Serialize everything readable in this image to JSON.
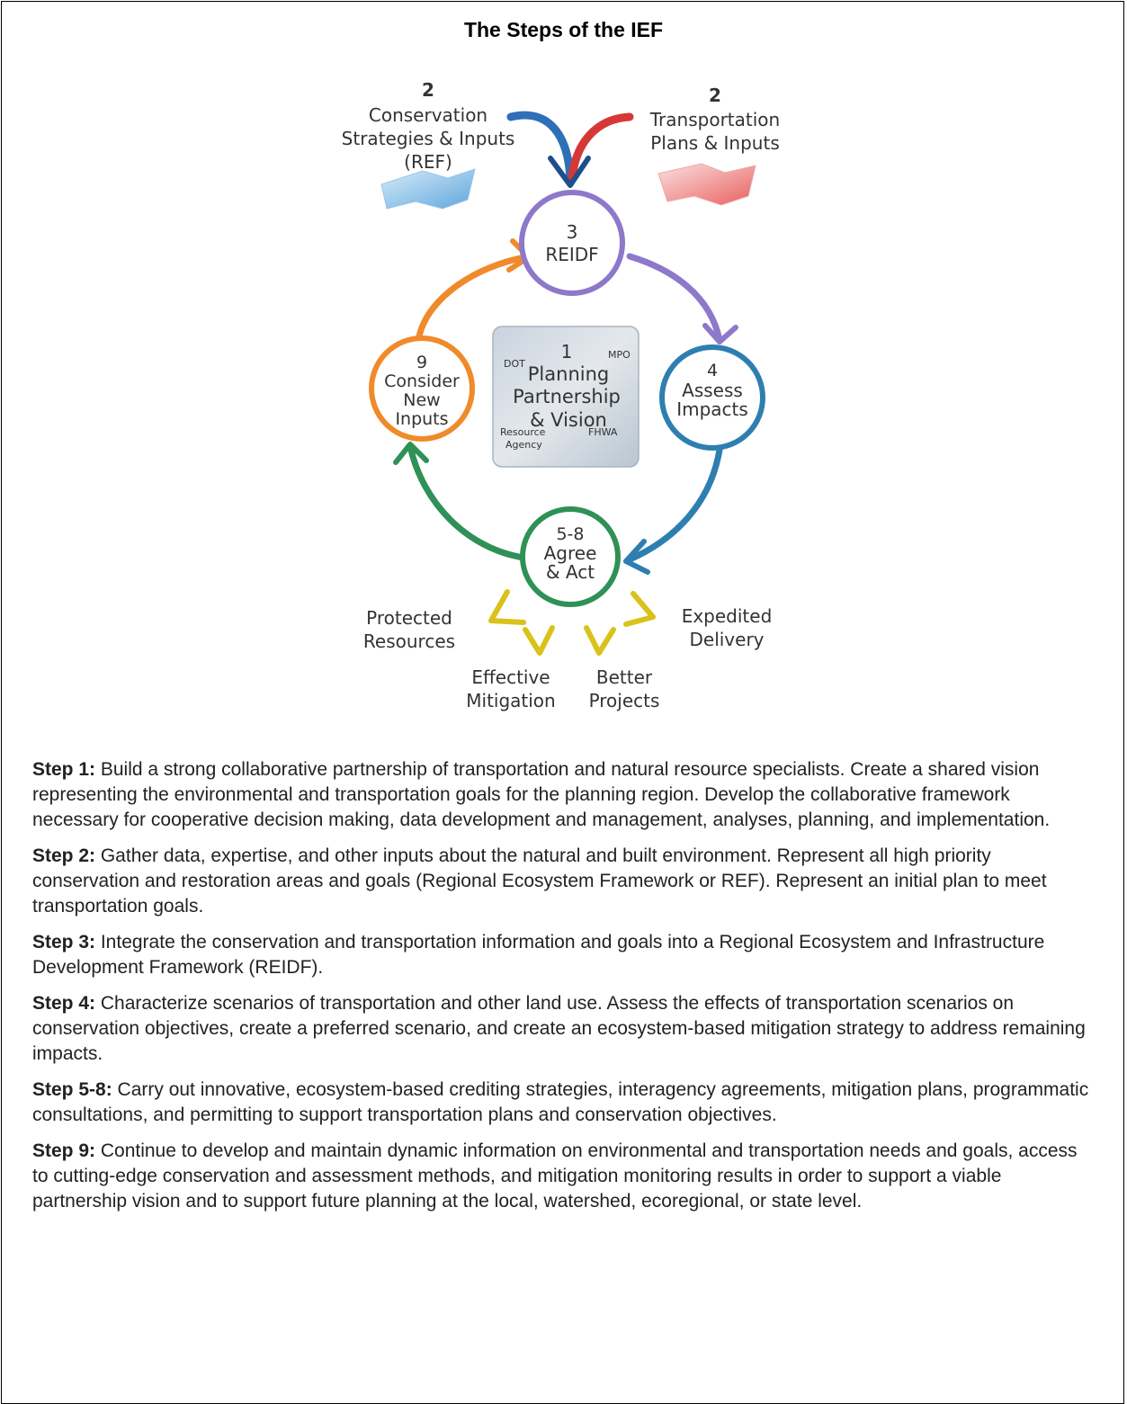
{
  "title": "The Steps of the IEF",
  "colors": {
    "conservation_blue": "#2f6fb7",
    "transportation_red": "#d63838",
    "reidf_purple": "#8e78c9",
    "assess_blue": "#2e7fb0",
    "agree_green": "#2f9157",
    "consider_orange": "#f08a2a",
    "outcome_yellow": "#d9c21a"
  },
  "diagram": {
    "conservation": {
      "number": "2",
      "lines": [
        "Conservation",
        "Strategies & Inputs",
        "(REF)"
      ]
    },
    "transportation": {
      "number": "2",
      "lines": [
        "Transportation",
        "Plans & Inputs"
      ]
    },
    "reidf": {
      "number": "3",
      "label": "REIDF"
    },
    "planning": {
      "number": "1",
      "lines": [
        "Planning",
        "Partnership",
        "& Vision"
      ],
      "tags": [
        "DOT",
        "MPO",
        "Resource",
        "Agency",
        "FHWA"
      ]
    },
    "assess": {
      "number": "4",
      "lines": [
        "Assess",
        "Impacts"
      ]
    },
    "agree": {
      "number": "5-8",
      "lines": [
        "Agree",
        "& Act"
      ]
    },
    "consider": {
      "number": "9",
      "lines": [
        "Consider",
        "New",
        "Inputs"
      ]
    },
    "outcomes": {
      "protected": [
        "Protected",
        "Resources"
      ],
      "mitigation": [
        "Effective",
        "Mitigation"
      ],
      "projects": [
        "Better",
        "Projects"
      ],
      "delivery": [
        "Expedited",
        "Delivery"
      ]
    }
  },
  "steps": [
    {
      "label": "Step 1:",
      "text": " Build a strong collaborative partnership of transportation and natural resource specialists. Create a shared vision representing the environmental and transportation goals for the planning region. Develop the collaborative framework necessary for cooperative decision making, data development and management, analyses, planning, and implementation."
    },
    {
      "label": "Step 2:",
      "text": " Gather data, expertise, and other inputs about the natural and built environment.  Represent all high priority conservation and restoration areas and goals (Regional Ecosystem Framework or REF).  Represent an initial plan to meet transportation goals."
    },
    {
      "label": "Step 3:",
      "text": "  Integrate the conservation and transportation information and goals into a Regional Ecosystem and Infrastructure Development Framework (REIDF)."
    },
    {
      "label": "Step 4:",
      "text": " Characterize scenarios of transportation and other land use. Assess the effects of transportation scenarios on conservation objectives, create a preferred scenario, and create an ecosystem-based mitigation strategy to address remaining impacts."
    },
    {
      "label": "Step 5-8:",
      "text": " Carry out innovative, ecosystem-based crediting strategies, interagency agreements, mitigation plans, programmatic consultations, and permitting to support transportation plans and conservation objectives."
    },
    {
      "label": "Step 9:",
      "text": " Continue to develop and maintain dynamic information on environmental and transportation needs and goals, access to cutting-edge conservation and assessment methods, and mitigation monitoring results in order to support a viable partnership vision and to support future planning at the local, watershed, ecoregional, or state level."
    }
  ]
}
